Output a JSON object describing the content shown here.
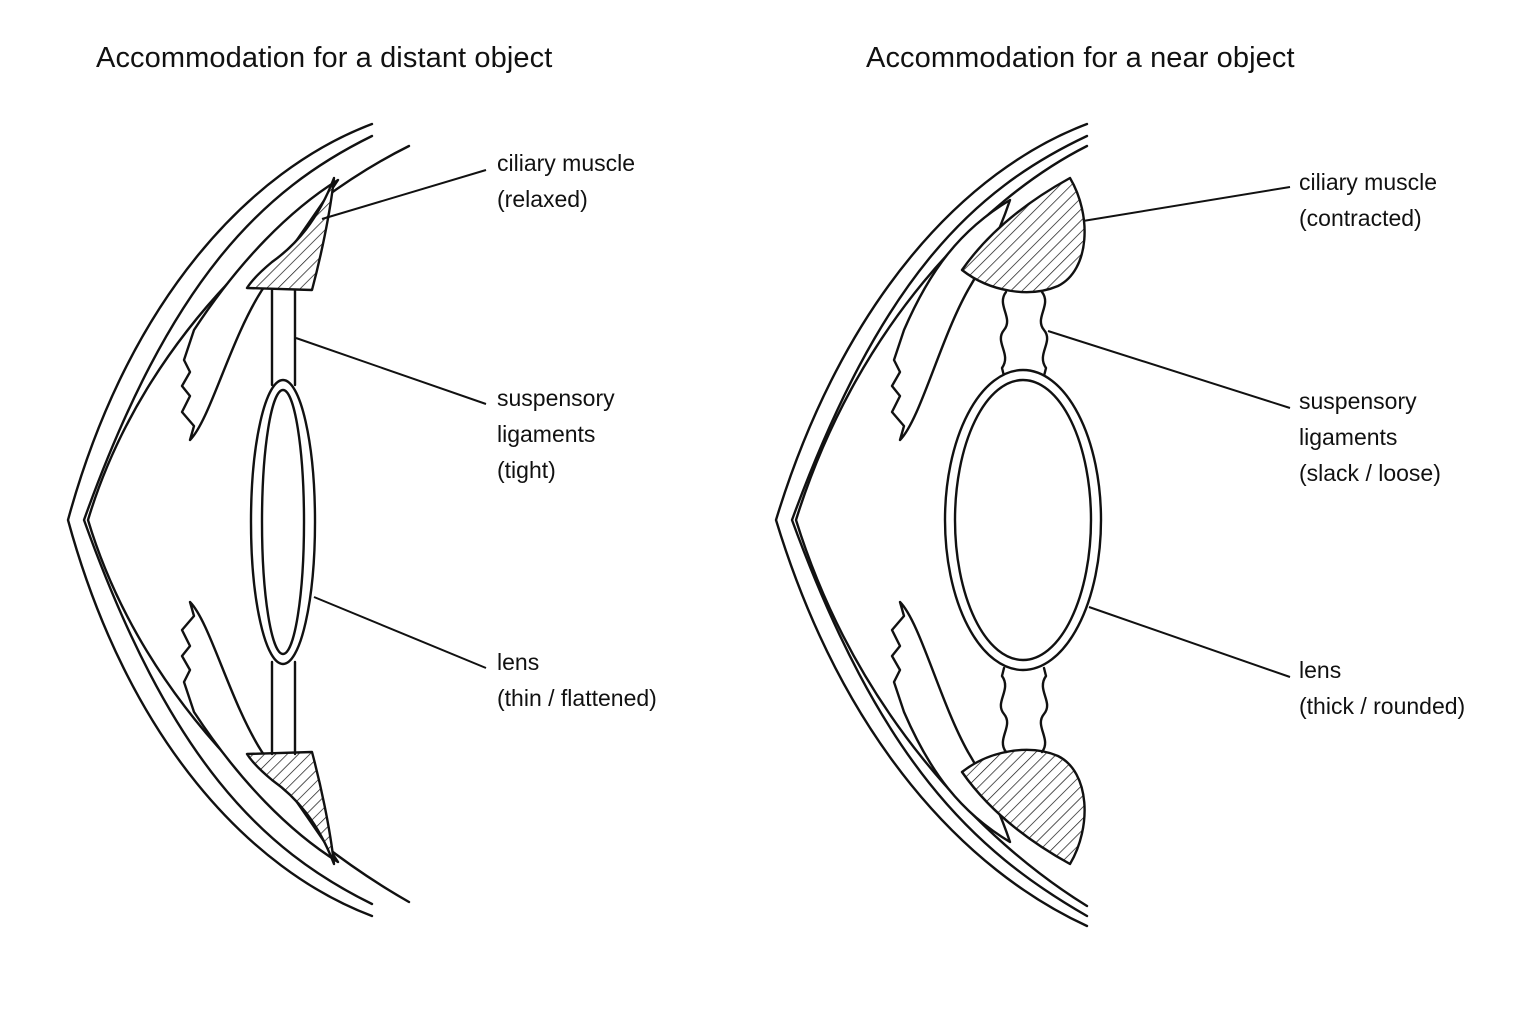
{
  "panels": [
    {
      "title": "Accommodation for a distant object",
      "labels": {
        "ciliary_muscle": [
          "ciliary muscle",
          "(relaxed)"
        ],
        "suspensory_ligaments": [
          "suspensory",
          "ligaments",
          "(tight)"
        ],
        "lens": [
          "lens",
          "(thin / flattened)"
        ]
      }
    },
    {
      "title": "Accommodation for a near object",
      "labels": {
        "ciliary_muscle": [
          "ciliary muscle",
          "(contracted)"
        ],
        "suspensory_ligaments": [
          "suspensory",
          "ligaments",
          "(slack / loose)"
        ],
        "lens": [
          "lens",
          "(thick / rounded)"
        ]
      }
    }
  ],
  "colors": {
    "line": "#111111",
    "background": "#ffffff"
  }
}
